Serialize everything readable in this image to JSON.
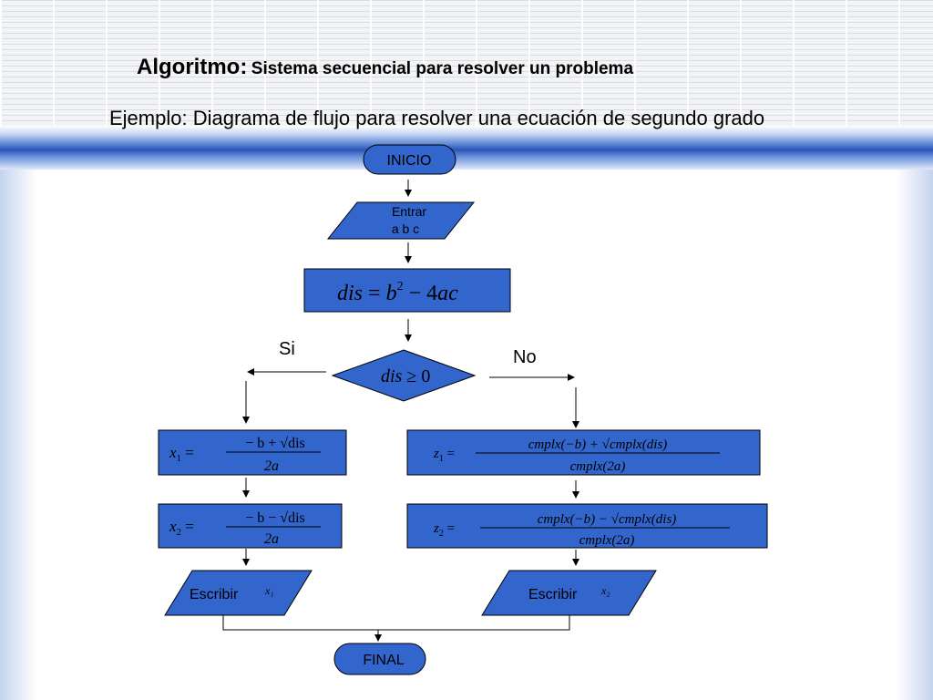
{
  "slide": {
    "title": "Algoritmo:",
    "title_sub": "Sistema secuencial para resolver un problema",
    "subtitle": "Ejemplo: Diagrama de flujo para resolver una ecuación de segundo grado"
  },
  "flowchart": {
    "start": "INICIO",
    "input_line1": "Entrar",
    "input_line2": "a b c",
    "process_formula": "dis = b² − 4ac",
    "decision": "dis ≥ 0",
    "yes_label": "Si",
    "no_label": "No",
    "x1": {
      "lhs": "x₁ =",
      "numerator": "− b + √dis",
      "denominator": "2a"
    },
    "x2": {
      "lhs": "x₂ =",
      "numerator": "− b − √dis",
      "denominator": "2a"
    },
    "z1": {
      "lhs": "z₁ =",
      "numerator": "cmplx(−b) + √cmplx(dis)",
      "denominator": "cmplx(2a)"
    },
    "z2": {
      "lhs": "z₂ =",
      "numerator": "cmplx(−b) − √cmplx(dis)",
      "denominator": "cmplx(2a)"
    },
    "output_left": {
      "label": "Escribir",
      "var": "x₁"
    },
    "output_right": {
      "label": "Escribir",
      "var": "x₂"
    },
    "end": "FINAL"
  },
  "colors": {
    "shape_fill": "#3366cc",
    "band": "#2a56b8"
  }
}
